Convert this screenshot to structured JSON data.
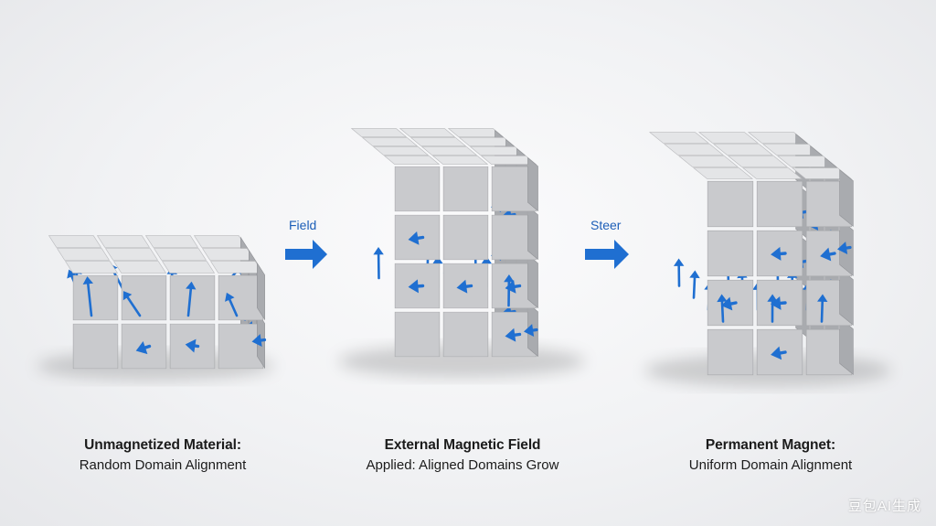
{
  "panels": [
    {
      "title": "Unmagnetized Material:",
      "subtitle": "Random Domain Alignment"
    },
    {
      "title": "External Magnetic Field",
      "subtitle": "Applied: Aligned Domains Grow"
    },
    {
      "title": "Permanent Magnet:",
      "subtitle": "Uniform Domain Alignment"
    }
  ],
  "transitions": [
    "Field",
    "Steer"
  ],
  "watermark": "豆包AI生成",
  "colors": {
    "arrow": "#1f6fd1",
    "cube_top": "#e4e5e7",
    "cube_left": "#c9cacd",
    "cube_right": "#a9abaf"
  }
}
